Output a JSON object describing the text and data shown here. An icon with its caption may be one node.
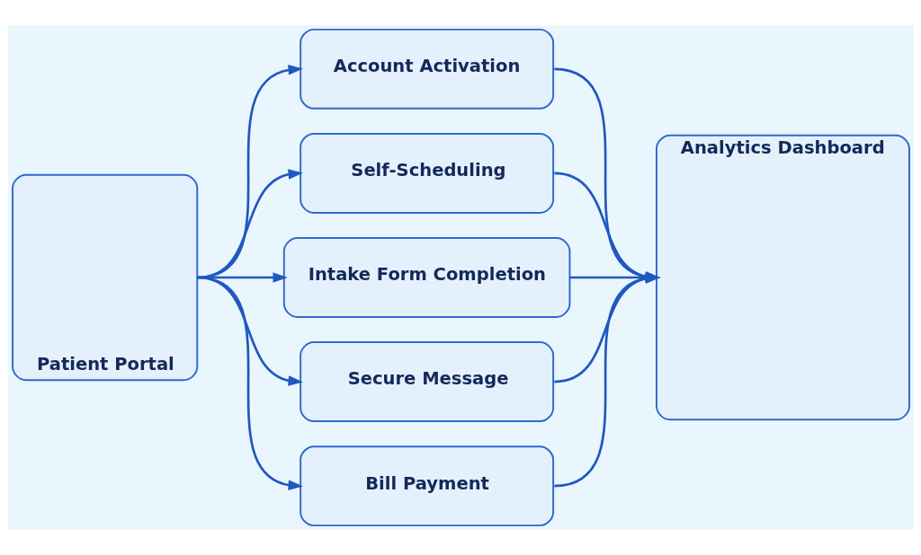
{
  "diagram": {
    "nodes": [
      {
        "text": [
          "Patient Portal"
        ]
      },
      {
        "text": [
          "Account Activation"
        ]
      },
      {
        "text": [
          "Self-Scheduling"
        ]
      },
      {
        "text": [
          "Intake Form Completion"
        ]
      },
      {
        "text": [
          "Secure Message"
        ]
      },
      {
        "text": [
          "Bill Payment"
        ]
      },
      {
        "text": [
          "Analytics Dashboard"
        ]
      }
    ],
    "edges": [
      {
        "from": 0,
        "to": 1,
        "arrow": "to"
      },
      {
        "from": 0,
        "to": 2,
        "arrow": "to"
      },
      {
        "from": 0,
        "to": 3,
        "arrow": "to"
      },
      {
        "from": 0,
        "to": 4,
        "arrow": "to"
      },
      {
        "from": 0,
        "to": 5,
        "arrow": "to"
      },
      {
        "from": 1,
        "to": 6,
        "arrow": "to"
      },
      {
        "from": 2,
        "to": 6,
        "arrow": "to"
      },
      {
        "from": 3,
        "to": 6,
        "arrow": "to"
      },
      {
        "from": 4,
        "to": 6,
        "arrow": "to"
      },
      {
        "from": 5,
        "to": 6,
        "arrow": "to"
      }
    ]
  }
}
